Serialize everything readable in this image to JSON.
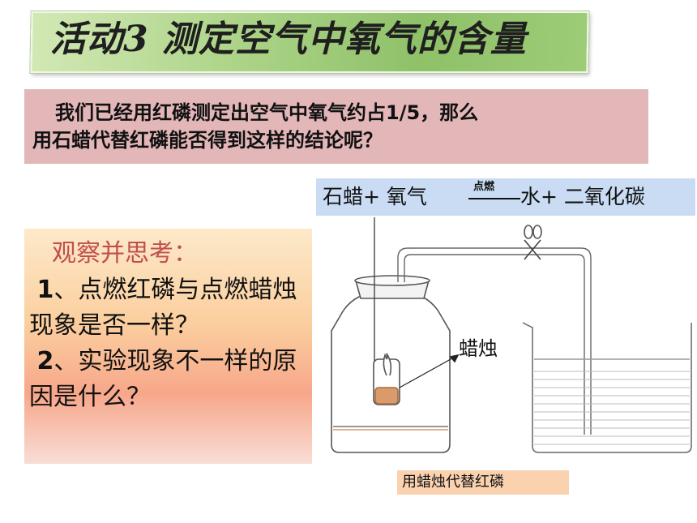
{
  "title": {
    "text": "活动3 测定空气中氧气的含量"
  },
  "question": {
    "line1": "我们已经用红磷测定出空气中氧气约占1/5，那么",
    "line2": "用石蜡代替红磷能否得到这样的结论呢？"
  },
  "equation": {
    "left": "石蜡+ 氧气",
    "condition": "点燃",
    "right": "水+ 二氧化碳"
  },
  "observe": {
    "heading": "观察并思考：",
    "q1_num": "1",
    "q1_text": "、点燃红磷与点燃蜡烛现象是否一样？",
    "q2_num": "2",
    "q2_text": "、实验现象不一样的原因是什么？"
  },
  "figure": {
    "candle_label": "蜡烛",
    "caption": "用蜡烛代替红磷"
  },
  "colors": {
    "title_bar": "#9dcc77",
    "question_bg": "#e3b6b8",
    "equation_bg": "#c9dcf3",
    "observe_bg": "#fbcf9f",
    "caption_bg": "#fbd2b0"
  }
}
